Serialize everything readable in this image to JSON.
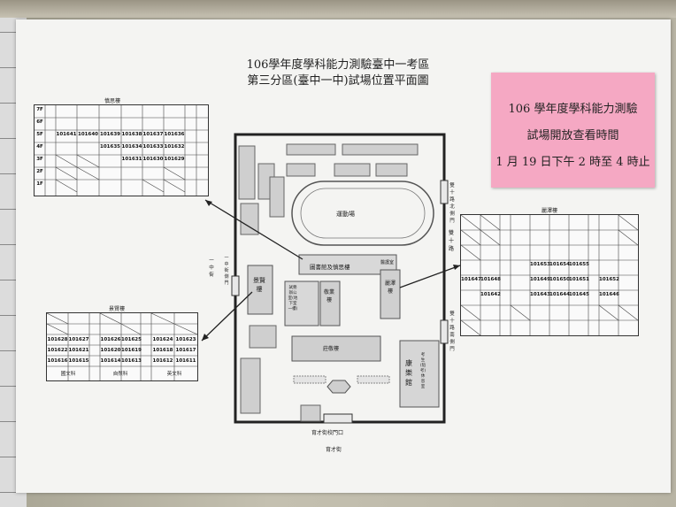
{
  "poster": {
    "title_line1": "106學年度學科能力測驗臺中一考區",
    "title_line2": "第三分區(臺中一中)試場位置平面圖"
  },
  "notice": {
    "line1": "106 學年度學科能力測驗",
    "line2": "試場開放查看時間",
    "line3": "1 月 19 日下午 2 時至 4 時止"
  },
  "buildings": {
    "shensi": {
      "name": "慎思樓",
      "floors": [
        "7F",
        "6F",
        "5F",
        "4F",
        "3F",
        "2F",
        "1F"
      ],
      "row5": [
        "101641",
        "101640",
        "101639",
        "101638",
        "101637",
        "101636"
      ],
      "row4": [
        "101635",
        "101634",
        "101633",
        "101632"
      ],
      "row3": [
        "101631",
        "101630",
        "101629"
      ]
    },
    "jingxian": {
      "name": "景賢樓",
      "row1": [
        "101628",
        "101627",
        "101626",
        "101625",
        "101624",
        "101623"
      ],
      "row2": [
        "101622",
        "101621",
        "101620",
        "101619",
        "101618",
        "101617"
      ],
      "row3": [
        "101616",
        "101615",
        "101614",
        "101613",
        "101612",
        "101611"
      ],
      "footer": [
        "國文科",
        "自然科",
        "英文科"
      ]
    },
    "lize": {
      "name": "麗澤樓",
      "row_a": [
        "101653",
        "101654",
        "101655"
      ],
      "row_b": [
        "101647",
        "101648",
        "101649",
        "101650",
        "101651",
        "101652"
      ],
      "row_c": [
        "101642",
        "101643",
        "101644",
        "101645",
        "101646"
      ]
    }
  },
  "map_labels": {
    "field": "運動場",
    "library": "圖書館及慎思樓",
    "jingxian": "景賢樓",
    "lize": "麗澤樓",
    "zhuangjing": "莊敬樓",
    "kangle": "康樂館",
    "admin": "試務辦公室(地下室一樓)",
    "baobao": "敬業樓",
    "health": "醫護室",
    "lounge": "考生(陪考)休息室",
    "gate_main": "育才街校門口",
    "street_bottom": "育才街",
    "gate_north": "雙十路北側門",
    "gate_south": "雙十路南側門",
    "road_right": "雙十路",
    "gate_west": "一中街側門",
    "street_left": "一中街"
  }
}
